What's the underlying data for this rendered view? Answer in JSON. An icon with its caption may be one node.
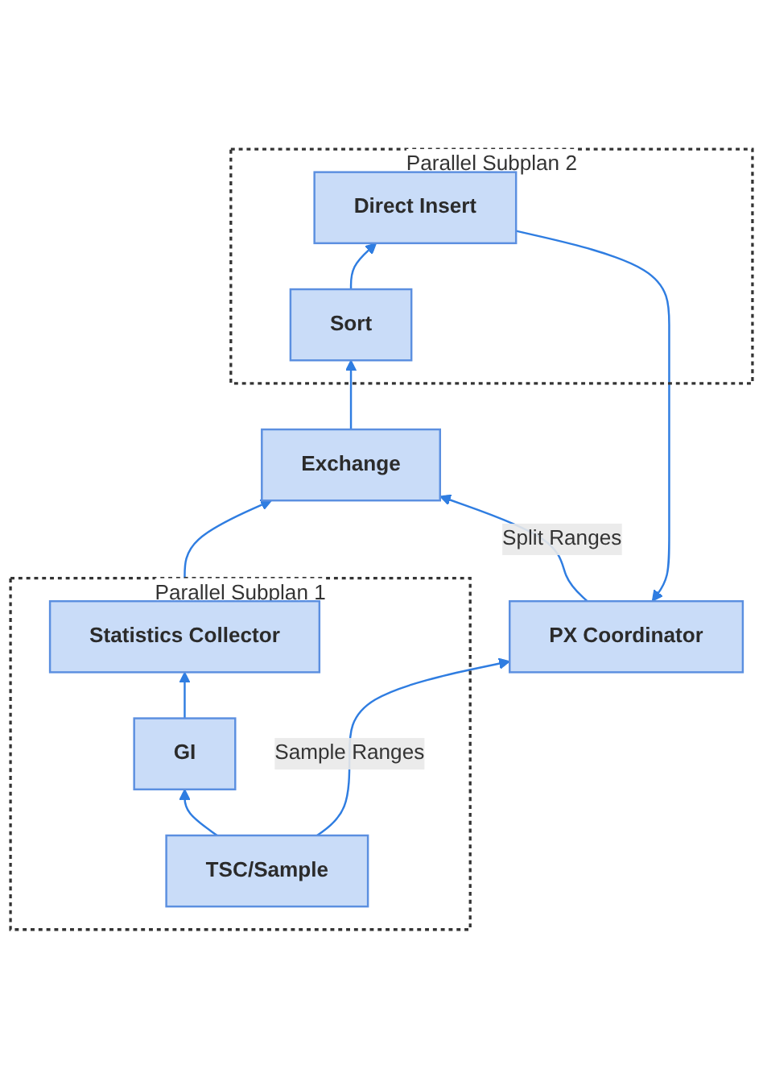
{
  "diagram": {
    "nodes": [
      {
        "text": [
          "PX Coordinator"
        ]
      },
      {
        "text": [
          "Parallel Subplan 2"
        ]
      },
      {
        "text": [
          "Direct Insert"
        ],
        "in": 1
      },
      {
        "text": [
          "Sort"
        ],
        "in": 1
      },
      {
        "text": [
          "Exchange"
        ]
      },
      {
        "text": [
          "Parallel Subplan 1"
        ]
      },
      {
        "text": [
          "Statistics Collector"
        ],
        "in": 5
      },
      {
        "text": [
          "GI"
        ],
        "in": 5
      },
      {
        "text": [
          "TSC/Sample"
        ],
        "in": 5
      }
    ],
    "edges": [
      {
        "from": 8,
        "to": 7,
        "arrow": "to"
      },
      {
        "from": 7,
        "to": 6,
        "arrow": "to"
      },
      {
        "from": 6,
        "to": 4,
        "arrow": "to"
      },
      {
        "from": 4,
        "to": 3,
        "arrow": "to"
      },
      {
        "from": 3,
        "to": 2,
        "arrow": "to"
      },
      {
        "from": 2,
        "to": 0,
        "arrow": "to"
      },
      {
        "from": 8,
        "to": 0,
        "arrow": "to",
        "label": "Sample Ranges"
      },
      {
        "from": 0,
        "to": 4,
        "arrow": "to",
        "label": "Split Ranges"
      }
    ]
  }
}
